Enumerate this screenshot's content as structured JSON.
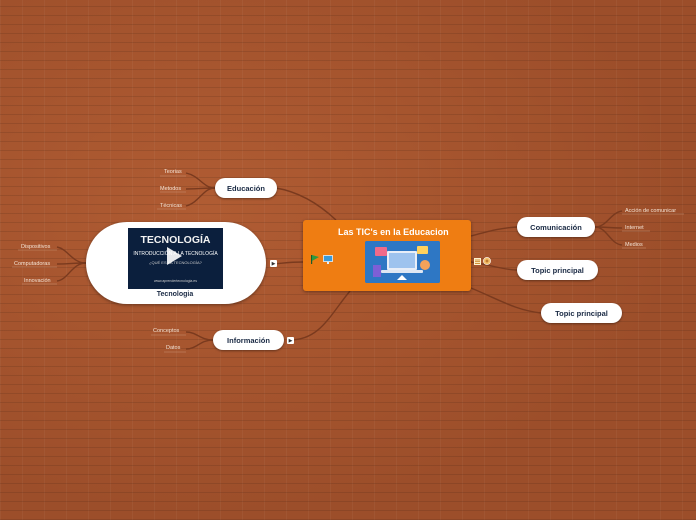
{
  "central": {
    "title": "Las TIC's en la Educacion"
  },
  "branches": {
    "educacion": {
      "label": "Educación",
      "children": [
        "Teorias",
        "Metodos",
        "Técnicas"
      ]
    },
    "informacion": {
      "label": "Información",
      "children": [
        "Conceptos",
        "Datos"
      ]
    },
    "comunicacion": {
      "label": "Comunicación",
      "children": [
        "Acción de comunicar",
        "Internet",
        "Medios"
      ]
    },
    "topic1": {
      "label": "Topic principal"
    },
    "topic2": {
      "label": "Topic principal"
    },
    "tecnologia": {
      "label": "Tecnologia",
      "children": [
        "Dispositivos",
        "Computadoras",
        "Innovación"
      ],
      "video": {
        "line1": "TECNOLOGÍA",
        "line2": "INTRODUCCIÓN A LA TECNOLOGÍA",
        "line3": "¿QUÉ ES LA TECNOLOGÍA?",
        "url": "www.aprendertecnologia.es"
      }
    }
  },
  "colors": {
    "central": "#ef7d12",
    "background": "#a4552e",
    "node": "#ffffff",
    "link": "#7a3a1e"
  },
  "icons": [
    "toggle-expand-icon",
    "notes-icon",
    "link-icon",
    "flag-icon",
    "monitor-icon"
  ]
}
